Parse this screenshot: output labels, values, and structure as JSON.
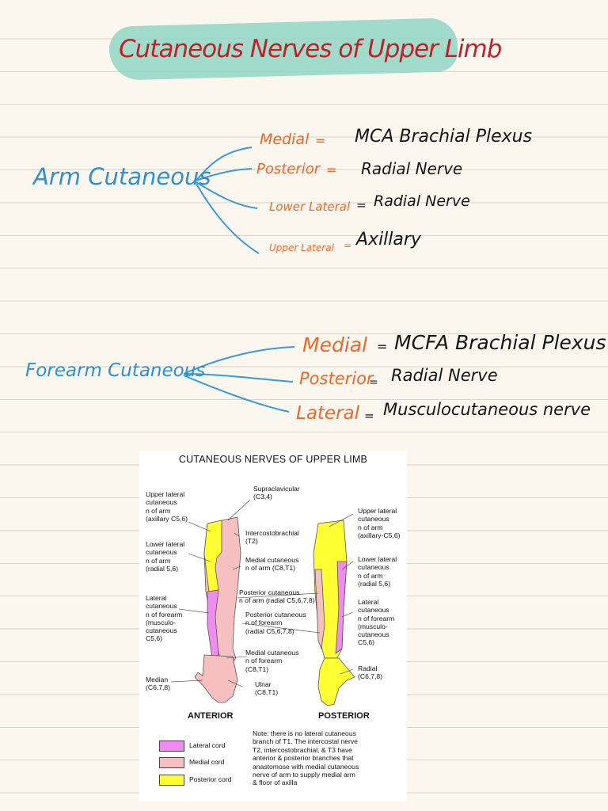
{
  "title": "Cutaneous Nerves of Upper Limb",
  "arm": {
    "heading": "Arm Cutaneous",
    "branches": [
      {
        "name": "Medial",
        "eq": "=",
        "value": "MCA Brachial Plexus"
      },
      {
        "name": "Posterior",
        "eq": "=",
        "value": "Radial Nerve"
      },
      {
        "name": "Lower Lateral",
        "eq": "=",
        "value": "Radial Nerve"
      },
      {
        "name": "Upper Lateral",
        "eq": "=",
        "value": "Axillary"
      }
    ]
  },
  "forearm": {
    "heading": "Forearm Cutaneous",
    "branches": [
      {
        "name": "Medial",
        "eq": "=",
        "value": "MCFA Brachial Plexus"
      },
      {
        "name": "Posterior",
        "eq": "=",
        "value": "Radial Nerve"
      },
      {
        "name": "Lateral",
        "eq": "=",
        "value": "Musculocutaneous nerve"
      }
    ]
  },
  "figure": {
    "title": "CUTANEOUS NERVES OF UPPER LIMB",
    "labels": {
      "upper_lateral_left": "Upper lateral\ncutaneous\nn of arm\n(axillary C5,6)",
      "lower_lateral_left": "Lower lateral\ncutaneous\nn of arm\n(radial 5,6)",
      "lateral_forearm_left": "Lateral\ncutaneous\nn of forearm\n(musculo-\ncutaneous\nC5,6)",
      "median": "Median\n(C6,7,8)",
      "supraclavicular": "Supraclavicular\n(C3,4)",
      "intercostobrachial": "Intercostobrachial\n(T2)",
      "medial_cut_arm": "Medial cutaneous\nn of arm (C8,T1)",
      "posterior_cut_arm": "Posterior cutaneous\nn of arm (radial C5,6,7,8)",
      "posterior_cut_forearm": "Posterior cutaneous\nn of forearm\n(radial C5,6,7,8)",
      "medial_cut_forearm": "Medial cutaneous\nn of forearm\n(C8,T1)",
      "ulnar": "Ulnar\n(C8,T1)",
      "upper_lateral_right": "Upper lateral\ncutaneous\nn of arm\n(axillary-C5,6)",
      "lower_lateral_right": "Lower lateral\ncutaneous\nn of arm\n(radial 5,6)",
      "lateral_forearm_right": "Lateral\ncutaneous\nn of forearm\n(musculo-\ncutaneous\nC5,6)",
      "radial": "Radial\n(C6,7,8)"
    },
    "view_anterior": "ANTERIOR",
    "view_posterior": "POSTERIOR",
    "legend": [
      {
        "label": "Lateral cord",
        "color": "#f08cf0"
      },
      {
        "label": "Medial cord",
        "color": "#f6c0c0"
      },
      {
        "label": "Posterior cord",
        "color": "#ffff33"
      }
    ],
    "note": "Note: there is no lateral cutaneous\nbranch of T1. The intercostal nerve\nT2, intercostobrachial, & T3 have\nanterior & posterior branches that\nanastomose with medial cutaneous\nnerve of arm to supply medial arm\n& floor of axilla"
  }
}
